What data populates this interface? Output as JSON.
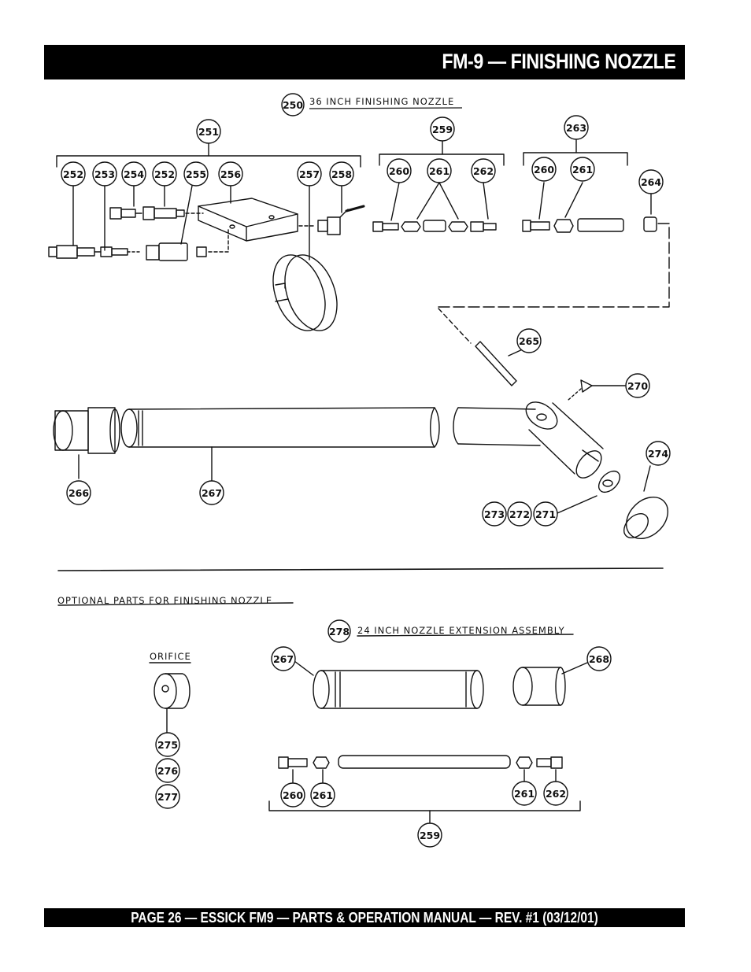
{
  "header": {
    "title": "FM-9 — FINISHING NOZZLE"
  },
  "footer": {
    "text": "PAGE 26 — ESSICK FM9 — PARTS & OPERATION MANUAL — REV. #1 (03/12/01)"
  },
  "diagram": {
    "main_title": {
      "ref": "250",
      "label": "36 INCH FINISHING NOZZLE"
    },
    "group_labels": [
      "251",
      "259",
      "263"
    ],
    "refs_top": [
      "252",
      "253",
      "254",
      "252",
      "255",
      "256",
      "257",
      "258",
      "260",
      "261",
      "262",
      "260",
      "261",
      "264"
    ],
    "refs_mid": [
      "265",
      "270",
      "274",
      "266",
      "267",
      "273",
      "272",
      "271"
    ],
    "optional_heading": "OPTIONAL PARTS FOR FINISHING NOZZLE",
    "orifice_label": "ORIFICE",
    "orifice_refs": [
      "275",
      "276",
      "277"
    ],
    "extension_title": {
      "ref": "278",
      "label": "24 INCH NOZZLE EXTENSION ASSEMBLY"
    },
    "extension_refs": [
      "267",
      "268",
      "260",
      "261",
      "261",
      "262",
      "259"
    ]
  },
  "colors": {
    "bar": "#000000",
    "bar_text": "#ffffff",
    "ink": "#111111"
  }
}
